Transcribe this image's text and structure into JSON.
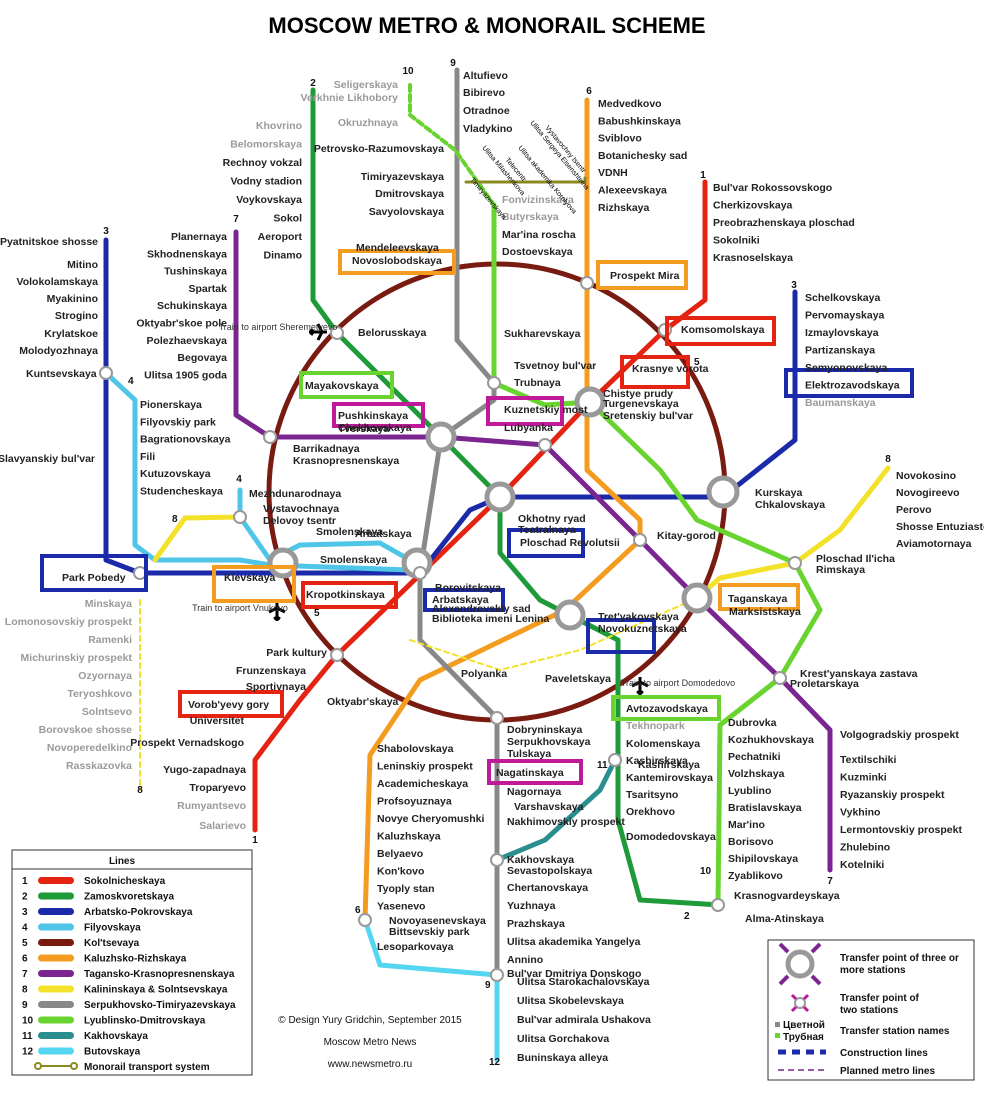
{
  "title": "MOSCOW METRO & MONORAIL SCHEME",
  "lines": [
    {
      "num": "1",
      "name": "Sokolnicheskaya",
      "color": "#e42313"
    },
    {
      "num": "2",
      "name": "Zamoskvoretskaya",
      "color": "#1f9a38"
    },
    {
      "num": "3",
      "name": "Arbatsko-Pokrovskaya",
      "color": "#1a2aa8"
    },
    {
      "num": "4",
      "name": "Filyovskaya",
      "color": "#4fc6e8"
    },
    {
      "num": "5",
      "name": "Kol'tsevaya",
      "color": "#7a1b12"
    },
    {
      "num": "6",
      "name": "Kaluzhsko-Rizhskaya",
      "color": "#f39c1f"
    },
    {
      "num": "7",
      "name": "Tagansko-Krasnopresnenskaya",
      "color": "#7a2590"
    },
    {
      "num": "8",
      "name": "Kalininskaya & Solntsevskaya",
      "color": "#f4e12a"
    },
    {
      "num": "9",
      "name": "Serpukhovsko-Timiryazevskaya",
      "color": "#888888"
    },
    {
      "num": "10",
      "name": "Lyublinsko-Dmitrovskaya",
      "color": "#69d42f"
    },
    {
      "num": "11",
      "name": "Kakhovskaya",
      "color": "#2b8e8e"
    },
    {
      "num": "12",
      "name": "Butovskaya",
      "color": "#55d6f0"
    },
    {
      "num": "",
      "name": "Monorail transport system",
      "color": "#8a8a20"
    }
  ],
  "legend_title": "Lines",
  "key": {
    "big": "Transfer point of three or more stations",
    "small": "Transfer point of two stations",
    "names": "Transfer station names",
    "tsvetnoy": "Цветной",
    "trubnaya": "Трубная",
    "construction": "Construction lines",
    "planned": "Planned metro lines"
  },
  "credits": {
    "design": "© Design Yury Gridchin, September 2015",
    "news": "Moscow Metro News",
    "site": "www.newsmetro.ru"
  },
  "airports": {
    "sheremetyevo": "Train to airport Sheremetyevo",
    "vnukovo": "Train to airport Vnukovo",
    "domodedovo": "Train to airport Domodedovo"
  },
  "stations": {
    "l2n": [
      "Khovrino",
      "Belomorskaya",
      "Rechnoy vokzal",
      "Vodny stadion",
      "Voykovskaya",
      "Sokol",
      "Aeroport",
      "Dinamo"
    ],
    "l9n": [
      "Altufievo",
      "Bibirevo",
      "Otradnoe",
      "Vladykino",
      "Petrovsko-Razumovskaya",
      "Timiryazevskaya",
      "Dmitrovskaya",
      "Savyolovskaya"
    ],
    "l10n": [
      "Seligerskaya",
      "Verkhnie Likhobory",
      "Okruzhnaya",
      "Fonvizinskaya",
      "Butyrskaya",
      "Mar'ina roscha",
      "Dostoevskaya"
    ],
    "l6n": [
      "Medvedkovo",
      "Babushkinskaya",
      "Sviblovo",
      "Botanichesky sad",
      "VDNH",
      "Alexeevskaya",
      "Rizhskaya"
    ],
    "l1n": [
      "Bul'var Rokossovskogo",
      "Cherkizovskaya",
      "Preobrazhenskaya ploschad",
      "Sokolniki",
      "Krasnoselskaya"
    ],
    "l3e": [
      "Schelkovskaya",
      "Pervomayskaya",
      "Izmaylovskaya",
      "Partizanskaya",
      "Semyonovskaya",
      "Elektrozavodskaya",
      "Baumanskaya"
    ],
    "l3w": [
      "Pyatnitskoe shosse",
      "Mitino",
      "Volokolamskaya",
      "Myakinino",
      "Strogino",
      "Krylatskoe",
      "Molodyozhnaya",
      "Kuntsevskaya",
      "Slavyanskiy bul'var"
    ],
    "l7w": [
      "Planernaya",
      "Skhodnenskaya",
      "Tushinskaya",
      "Spartak",
      "Schukinskaya",
      "Oktyabr'skoe pole",
      "Polezhaevskaya",
      "Begovaya",
      "Ulitsa 1905 goda",
      "Barrikadnaya",
      "Krasnopresnenskaya"
    ],
    "l4w": [
      "Pionerskaya",
      "Filyovskiy park",
      "Bagrationovskaya",
      "Fili",
      "Kutuzovskaya",
      "Studencheskaya",
      "Mezhdunarodnaya",
      "Vystavochnaya",
      "Delovoy tsentr"
    ],
    "l8w": [
      "Minskaya",
      "Lomonosovskiy prospekt",
      "Ramenki",
      "Michurinskiy prospekt",
      "Ozyornaya",
      "Teryoshkovo",
      "Solntsevo",
      "Borovskoe shosse",
      "Novoperedelkino",
      "Rasskazovka"
    ],
    "l1s": [
      "Park kultury",
      "Frunzenskaya",
      "Sportivnaya",
      "Vorob'yevy gory",
      "Universitet",
      "Prospekt Vernadskogo",
      "Yugo-zapadnaya",
      "Troparyevo",
      "Rumyantsevo",
      "Salarievo"
    ],
    "l6s": [
      "Oktyabr'skaya",
      "Shabolovskaya",
      "Leninskiy prospekt",
      "Academicheskaya",
      "Profsoyuznaya",
      "Novye Cheryomushki",
      "Kaluzhskaya",
      "Belyaevo",
      "Kon'kovo",
      "Tyoply stan",
      "Yasenevo",
      "Novoyasenevskaya",
      "Bittsevskiy park",
      "Lesoparkovaya"
    ],
    "l9s": [
      "Polyanka",
      "Dobryninskaya",
      "Serpukhovskaya",
      "Tulskaya",
      "Nagatinskaya",
      "Nagornaya",
      "Nakhimovskiy prospekt",
      "Sevastopolskaya",
      "Chertanovskaya",
      "Yuzhnaya",
      "Prazhskaya",
      "Ulitsa akademika Yangelya",
      "Annino",
      "Bul'var Dmitriya Donskogo"
    ],
    "l11": [
      "Varshavskaya",
      "Kashirskaya",
      "Kakhovskaya"
    ],
    "l12": [
      "Ulitsa Starokachalovskaya",
      "Ulitsa Skobelevskaya",
      "Bul'var admirala Ushakova",
      "Ulitsa Gorchakova",
      "Buninskaya alleya"
    ],
    "l2s": [
      "Paveletskaya",
      "Avtozavodskaya",
      "Tekhnopark",
      "Kolomenskaya",
      "Kashirskaya",
      "Kantemirovskaya",
      "Tsaritsyno",
      "Orekhovo",
      "Domodedovskaya",
      "Krasnogvardeyskaya",
      "Alma-Atinskaya"
    ],
    "l10s": [
      "Dubrovka",
      "Kozhukhovskaya",
      "Pechatniki",
      "Volzhskaya",
      "Lyublino",
      "Bratislavskaya",
      "Mar'ino",
      "Borisovo",
      "Shipilovskaya",
      "Zyablikovo"
    ],
    "l7e": [
      "Proletarskaya",
      "Volgogradskiy prospekt",
      "Textilschiki",
      "Kuzminki",
      "Ryazanskiy prospekt",
      "Vykhino",
      "Lermontovskiy prospekt",
      "Zhulebino",
      "Kotelniki"
    ],
    "l8e": [
      "Novokosino",
      "Novogireevo",
      "Perovo",
      "Shosse Entuziastov",
      "Aviamotornaya",
      "Ploschad Il'icha",
      "Rimskaya",
      "Marksistskaya"
    ],
    "center": [
      "Mendeleevskaya",
      "Novoslobodskaya",
      "Belorusskaya",
      "Mayakovskaya",
      "Pushkinskaya",
      "Chekhovskaya",
      "Tverskaya",
      "Tsvetnoy bul'var",
      "Trubnaya",
      "Kuznetskiy most",
      "Lubyanka",
      "Sukharevskaya",
      "Prospekt Mira",
      "Komsomolskaya",
      "Krasnye vorota",
      "Chistye prudy",
      "Turgenevskaya",
      "Sretenskiy bul'var",
      "Kurskaya",
      "Chkalovskaya",
      "Kitay-gorod",
      "Okhotny ryad",
      "Teatralnaya",
      "Ploschad Revolutsii",
      "Borovitskaya",
      "Arbatskaya",
      "Alexandrovskiy sad",
      "Biblioteka imeni Lenina",
      "Tret'yakovskaya",
      "Novokuznetskaya",
      "Taganskaya",
      "Krest'yanskaya zastava",
      "Smolenskaya",
      "Arbatskaya",
      "Smolenskaya",
      "Kievskaya",
      "Park Pobedy",
      "Kropotkinskaya"
    ]
  },
  "monorail": [
    "Ulitsa Sergeya Eisenshteina",
    "Vystavochny tsentr",
    "Ulitsa akademika Korolyova",
    "Telecentr",
    "Ulitsa Milashenkova",
    "Timiryazevskaya"
  ]
}
